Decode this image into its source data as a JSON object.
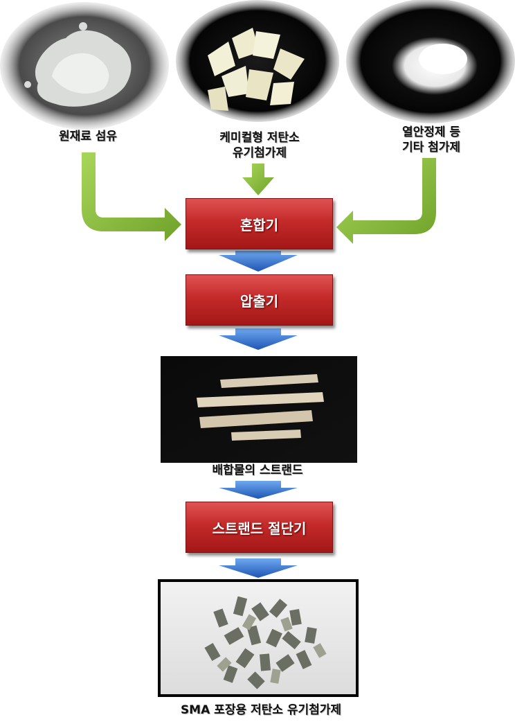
{
  "inputs": {
    "fiber_label": "원재료 섬유",
    "chemical_label_line1": "케미컬형 저탄소",
    "chemical_label_line2": "유기첨가제",
    "stabilizer_label_line1": "열안정제 등",
    "stabilizer_label_line2": "기타 첨가제"
  },
  "process": {
    "mixer": "혼합기",
    "extruder": "압출기",
    "strand_label": "배합물의 스트랜드",
    "cutter": "스트랜드 절단기",
    "product_label": "SMA 포장용 저탄소 유기첨가제"
  },
  "colors": {
    "green_arrow": "#8bbf3c",
    "blue_arrow": "#2f6fd0",
    "process_box": "#c42a2a"
  }
}
